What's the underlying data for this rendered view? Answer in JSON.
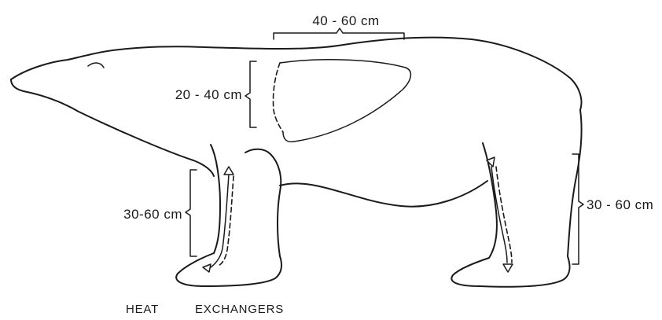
{
  "measurements": {
    "back_length": "40 - 60 cm",
    "fat_patch_height": "20 - 40 cm",
    "front_leg_length": "30-60 cm",
    "hind_leg_length": "30 - 60 cm"
  },
  "caption": {
    "word_1": "HEAT",
    "word_2": "EXCHANGERS"
  }
}
